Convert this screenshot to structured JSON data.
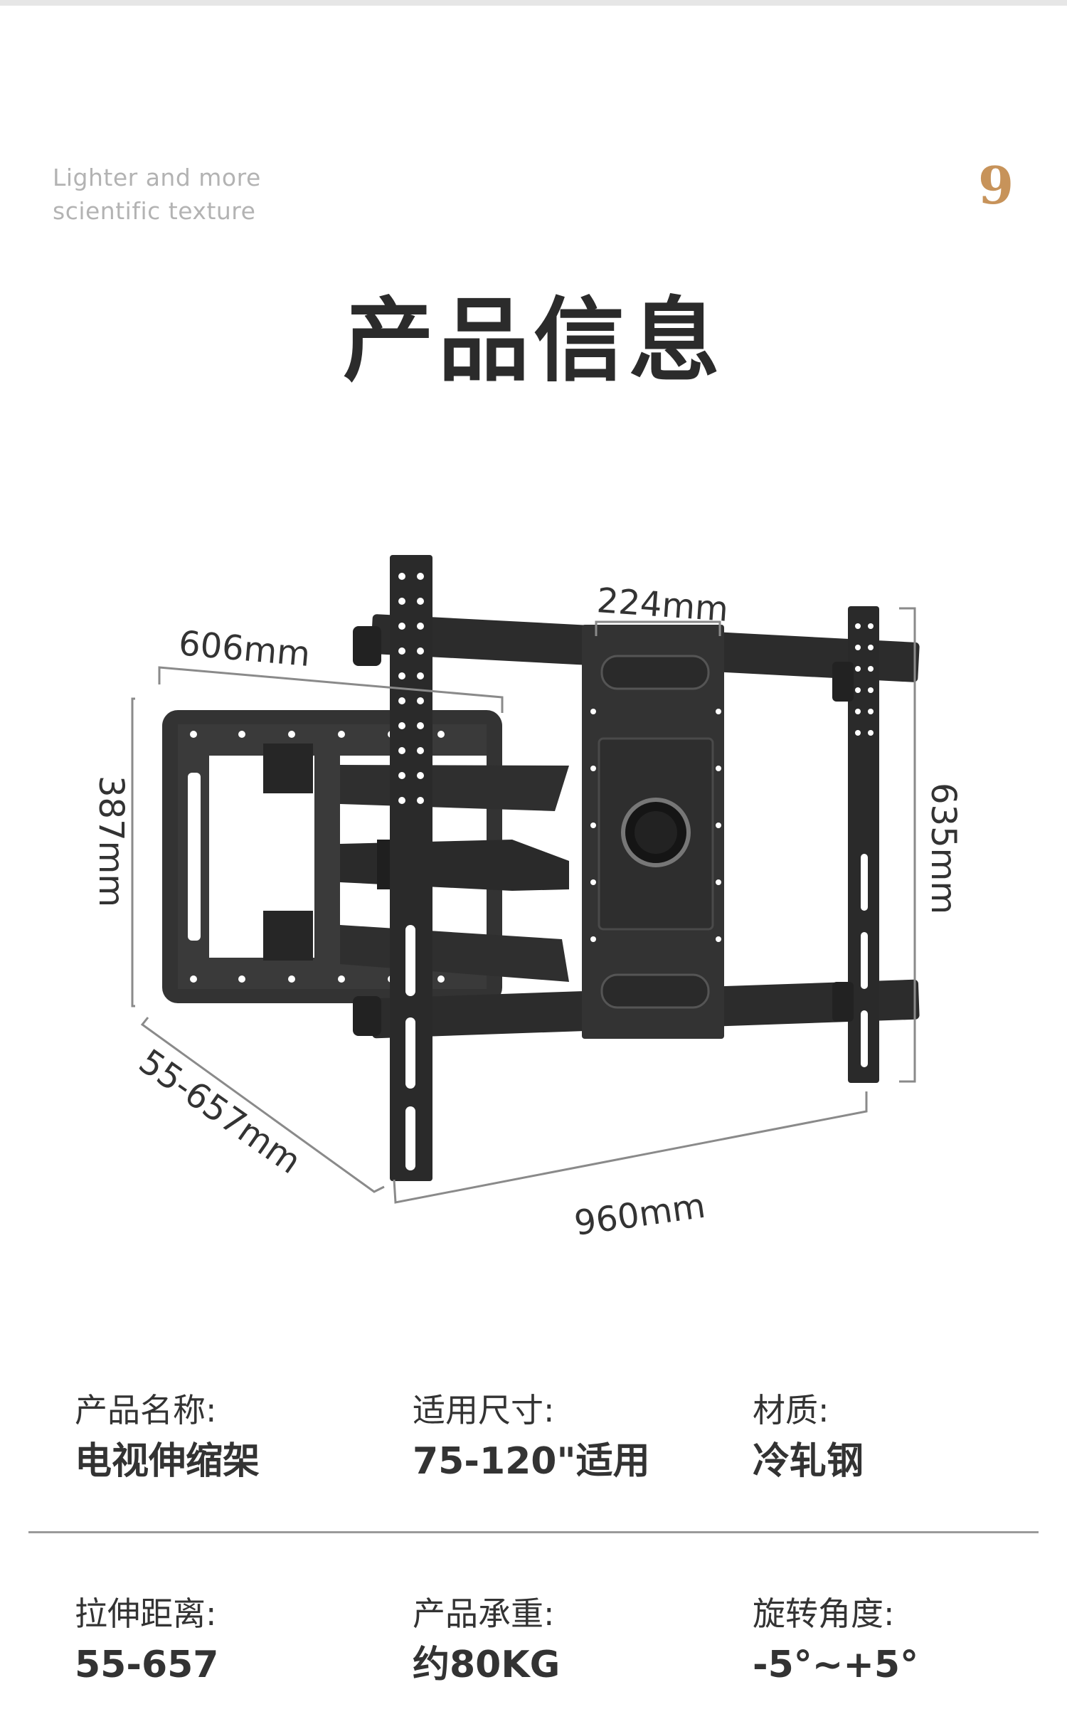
{
  "header": {
    "tagline_line1": "Lighter and more",
    "tagline_line2": "scientific texture",
    "page_number": "9"
  },
  "title": "产品信息",
  "diagram": {
    "width_dim": "606mm",
    "height_dim": "387mm",
    "plate_dim": "224mm",
    "rail_height_dim": "635mm",
    "extension_dim": "55-657mm",
    "overall_width_dim": "960mm"
  },
  "specs": [
    {
      "label": "产品名称:",
      "value": "电视伸缩架"
    },
    {
      "label": "适用尺寸:",
      "value": "75-120\"适用"
    },
    {
      "label": "材质:",
      "value": "冷轧钢"
    },
    {
      "label": "拉伸距离:",
      "value": "55-657"
    },
    {
      "label": "产品承重:",
      "value": "约80KG"
    },
    {
      "label": "旋转角度:",
      "value": "-5°~+5°"
    }
  ],
  "colors": {
    "bracket": "#2a2a2a",
    "accent": "#c7935a",
    "dimension_line": "#8a8a8a"
  }
}
